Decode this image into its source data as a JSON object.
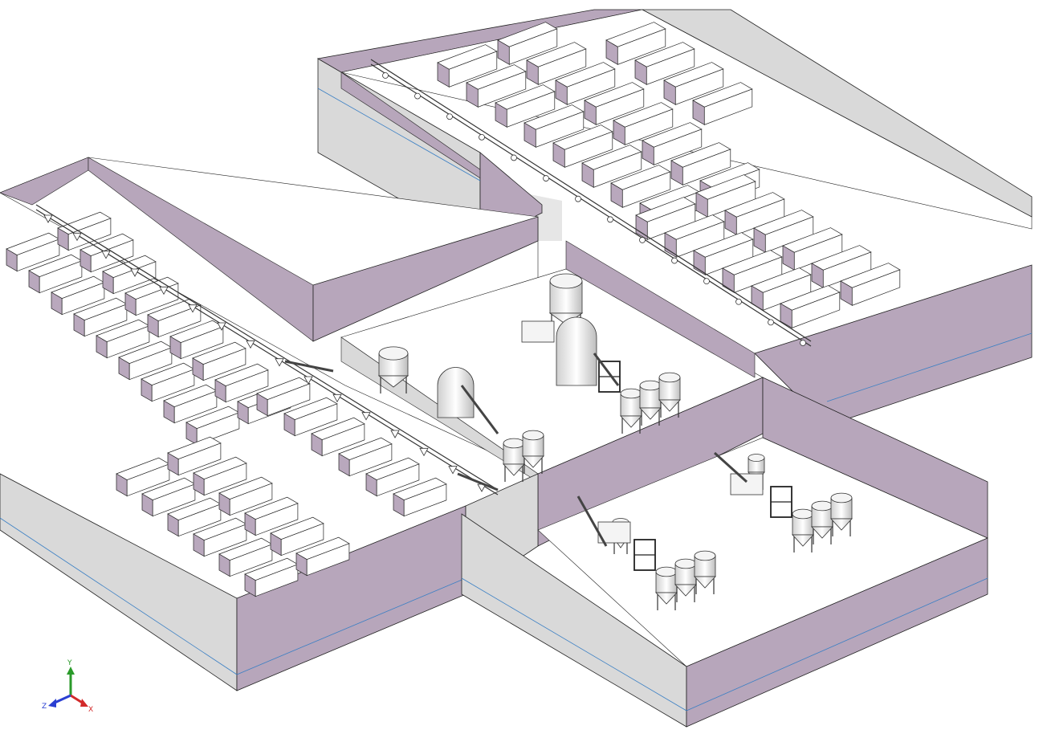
{
  "viewport": {
    "background": "#ffffff",
    "colors": {
      "wall_inner": "#b7a6bb",
      "wall_outer": "#d9d9d9",
      "floor": "#ffffff",
      "block_side": "#b9a8bd",
      "block_top": "#ffffff",
      "edge": "#222222",
      "edge_accent": "#3a7fc4",
      "shadow": "#d0d0d0",
      "equipment": "#f0f0f0",
      "equipment_dark": "#444444"
    }
  },
  "triad": {
    "y_label": "Y",
    "x_label": "X",
    "z_label": "Z",
    "icon": "axis-triad-icon",
    "colors": {
      "x": "#d22a2a",
      "y": "#2a9a2a",
      "z": "#2a3fd2"
    }
  }
}
